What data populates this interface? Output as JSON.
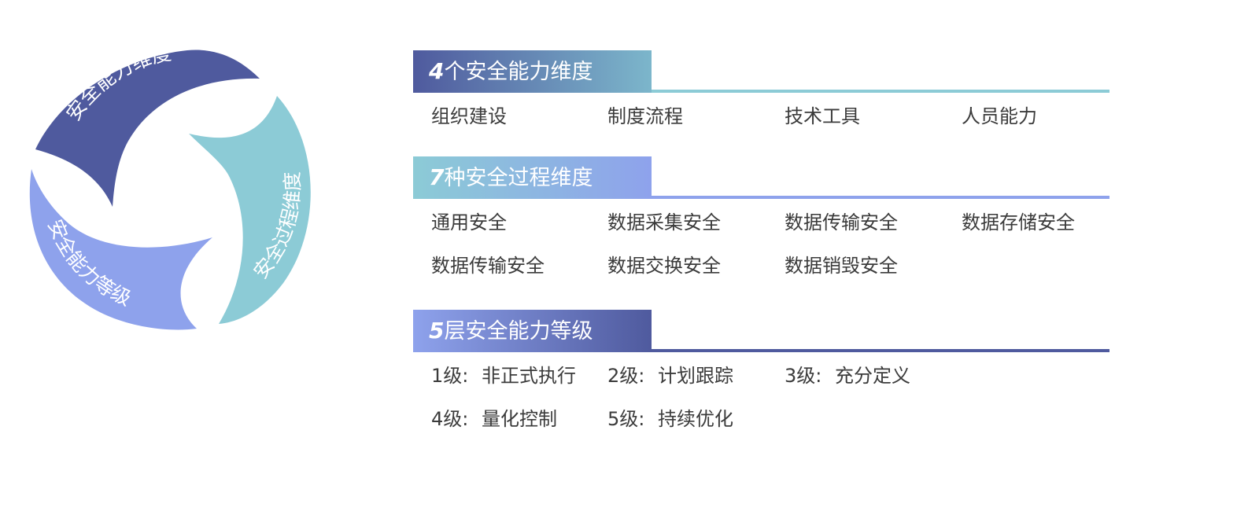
{
  "wheel": {
    "colors": {
      "capability": "#4f5a9e",
      "process": "#8ccbd6",
      "level": "#8ea2ec"
    },
    "labels": {
      "top": "安全能力维度",
      "right": "安全过程维度",
      "left": "安全能力等级"
    }
  },
  "sections": [
    {
      "num": "4",
      "title": "个安全能力维度",
      "tab_gradient": [
        "#4f5a9e",
        "#7cb6cb"
      ],
      "line_color": "#8ccbd6",
      "rows": [
        [
          "组织建设",
          "制度流程",
          "技术工具",
          "人员能力"
        ]
      ]
    },
    {
      "num": "7",
      "title": "种安全过程维度",
      "tab_gradient": [
        "#8ccbd6",
        "#8ea2ec"
      ],
      "line_color": "#8ea2ec",
      "rows": [
        [
          "通用安全",
          "数据采集安全",
          "数据传输安全",
          "数据存储安全"
        ],
        [
          "数据传输安全",
          "数据交换安全",
          "数据销毁安全",
          ""
        ]
      ]
    },
    {
      "num": "5",
      "title": "层安全能力等级",
      "tab_gradient": [
        "#8ea2ec",
        "#4f5a9e"
      ],
      "line_color": "#4f5a9e",
      "levels": [
        [
          {
            "n": "1级:",
            "t": "非正式执行"
          },
          {
            "n": "2级:",
            "t": "计划跟踪"
          },
          {
            "n": "3级:",
            "t": "充分定义"
          }
        ],
        [
          {
            "n": "4级:",
            "t": "量化控制"
          },
          {
            "n": "5级:",
            "t": "持续优化"
          }
        ]
      ]
    }
  ]
}
